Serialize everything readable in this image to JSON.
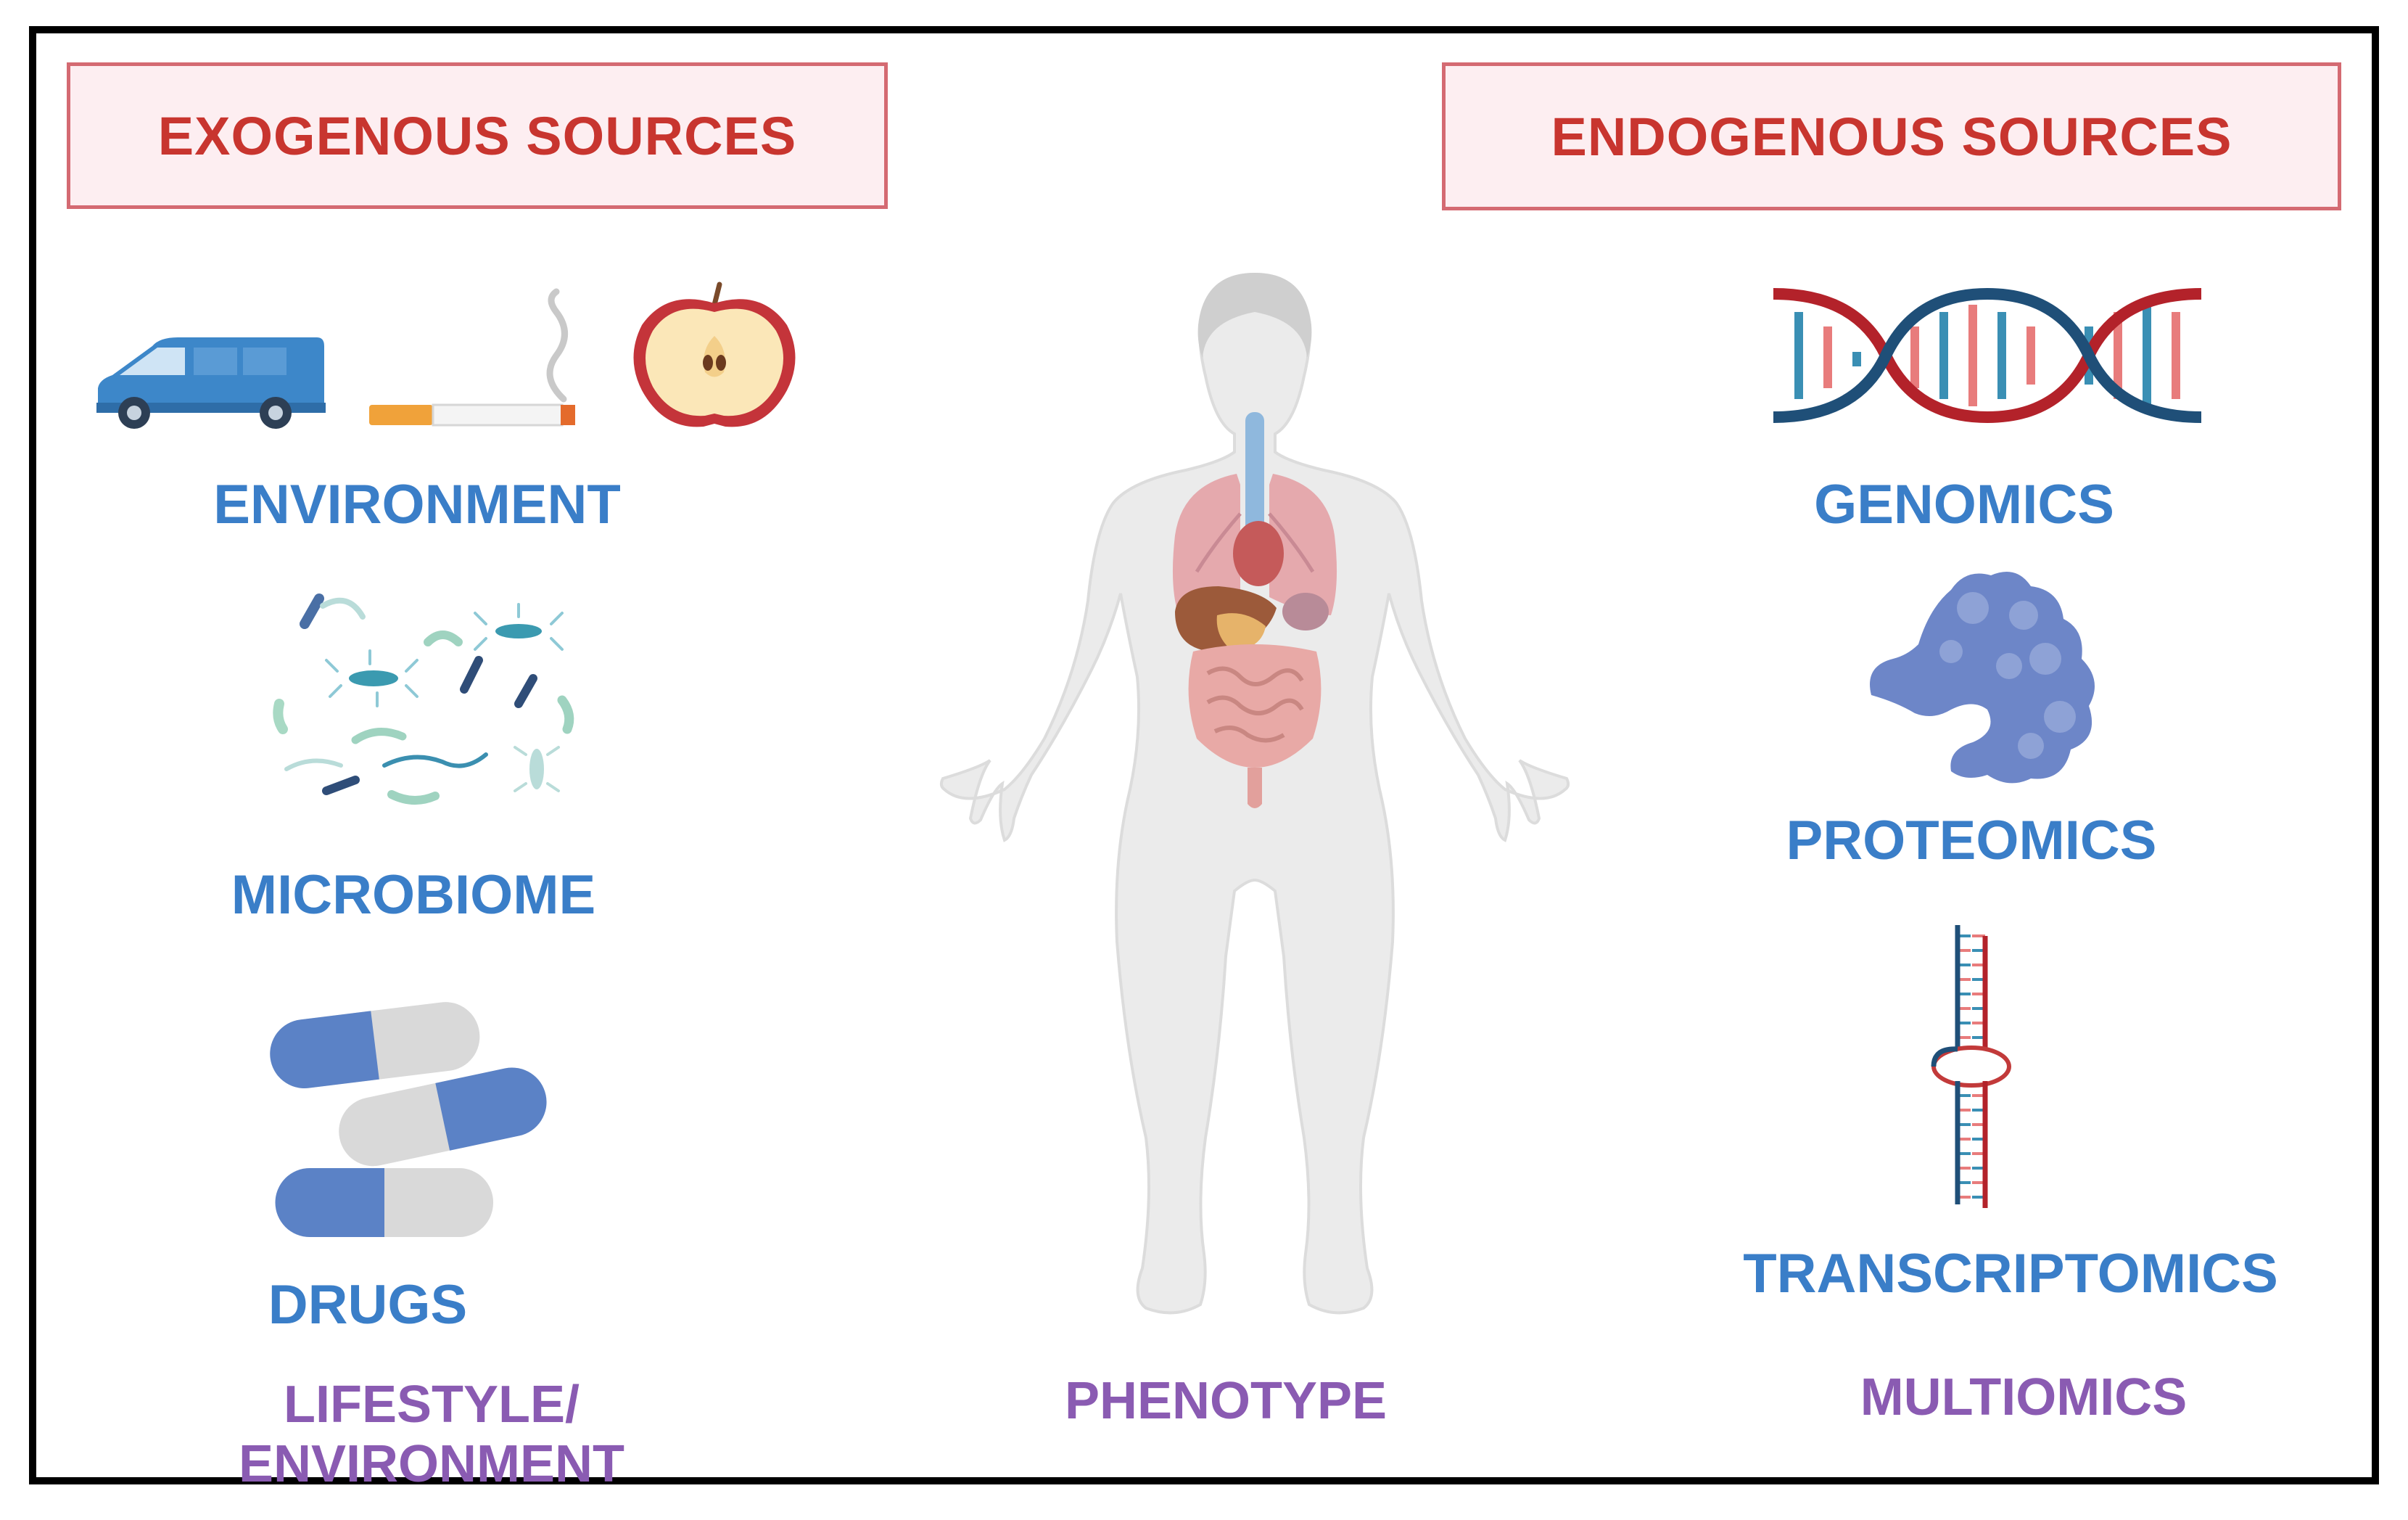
{
  "boxes": {
    "exogenous": "EXOGENOUS SOURCES",
    "endogenous": "ENDOGENOUS SOURCES"
  },
  "labels": {
    "environment": "ENVIRONMENT",
    "microbiome": "MICROBIOME",
    "drugs": "DRUGS",
    "lifestyle_line1": "LIFESTYLE/",
    "lifestyle_line2": "ENVIRONMENT",
    "phenotype": "PHENOTYPE",
    "genomics": "GENOMICS",
    "proteomics": "PROTEOMICS",
    "transcriptomics": "TRANSCRIPTOMICS",
    "multiomics": "MULTIOMICS"
  },
  "icons": [
    "van-icon",
    "cigarette-icon",
    "apple-icon",
    "bacteria-icon",
    "pills-icon",
    "human-body-icon",
    "dna-icon",
    "protein-icon",
    "rna-icon"
  ],
  "colors": {
    "box_border": "#d46a72",
    "box_fill": "#fdeef1",
    "box_text": "#c8352f",
    "label_blue": "#3a7ec8",
    "label_purple": "#8a5bb2"
  }
}
